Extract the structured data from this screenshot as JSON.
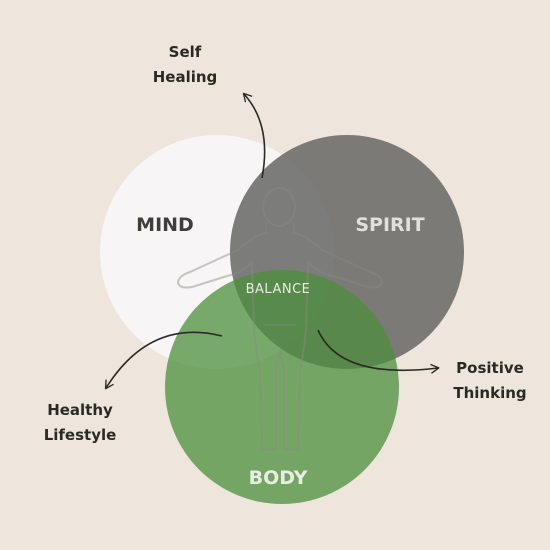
{
  "diagram": {
    "circles": {
      "mind": {
        "label": "MIND",
        "fill": "#f7f6f5",
        "label_color": "#3f3f3a"
      },
      "spirit": {
        "label": "SPIRIT",
        "fill": "#6b6b69",
        "label_color": "#e1e0dc"
      },
      "body": {
        "label": "BODY",
        "fill": "#4c8f3c",
        "label_color": "#e8eee4"
      }
    },
    "center_label": "BALANCE",
    "callouts": {
      "self_healing": {
        "line1": "Self",
        "line2": "Healing"
      },
      "healthy_lifestyle": {
        "line1": "Healthy",
        "line2": "Lifestyle"
      },
      "positive_thinking": {
        "line1": "Positive",
        "line2": "Thinking"
      }
    },
    "colors": {
      "background": "#eee5dc",
      "arrow": "#2a2a24",
      "figure_outline": "#8a8a80"
    }
  }
}
